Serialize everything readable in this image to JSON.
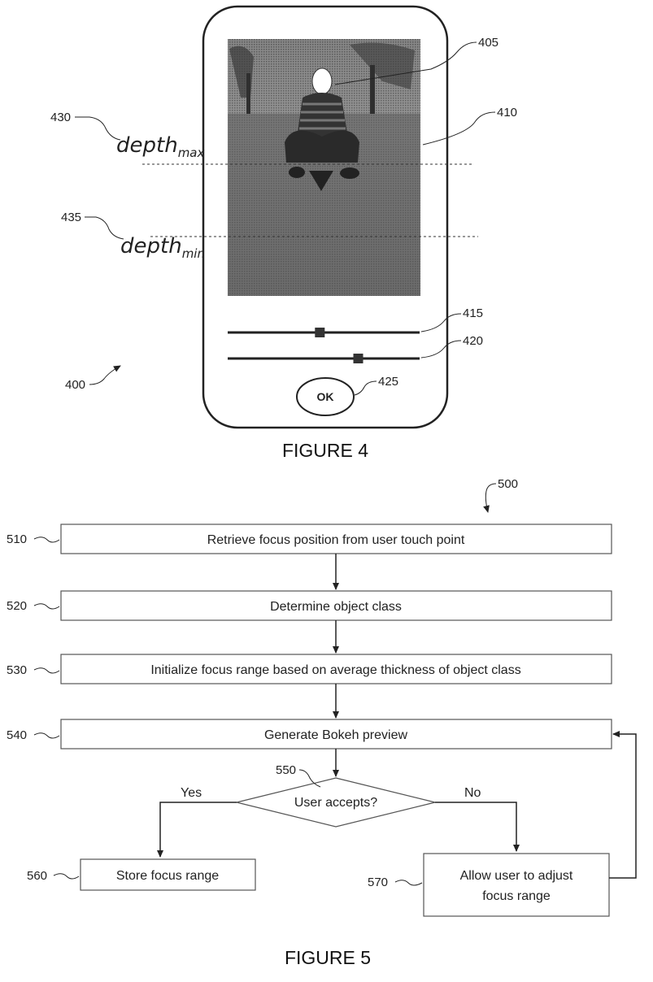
{
  "figure4": {
    "caption": "FIGURE 4",
    "device_ref": "400",
    "labels": {
      "image_ref": "405",
      "display_ref": "410",
      "slider1_ref": "415",
      "slider2_ref": "420",
      "ok_ref": "425",
      "depth_max_ref": "430",
      "depth_min_ref": "435"
    },
    "depth_max": {
      "base": "depth",
      "sub": "max"
    },
    "depth_min": {
      "base": "depth",
      "sub": "min"
    },
    "ok_label": "OK",
    "sliders": [
      {
        "name": "slider-415",
        "value": 0.48
      },
      {
        "name": "slider-420",
        "value": 0.68
      }
    ]
  },
  "figure5": {
    "caption": "FIGURE 5",
    "flow_ref": "500",
    "steps": [
      {
        "ref": "510",
        "text": "Retrieve focus position from user touch point"
      },
      {
        "ref": "520",
        "text": "Determine object class"
      },
      {
        "ref": "530",
        "text": "Initialize focus range based on average thickness of object class"
      },
      {
        "ref": "540",
        "text": "Generate Bokeh preview"
      }
    ],
    "decision": {
      "ref": "550",
      "text": "User accepts?",
      "yes": "Yes",
      "no": "No"
    },
    "store": {
      "ref": "560",
      "text": "Store focus range"
    },
    "adjust": {
      "ref": "570",
      "line1": "Allow user to adjust",
      "line2": "focus range"
    }
  }
}
